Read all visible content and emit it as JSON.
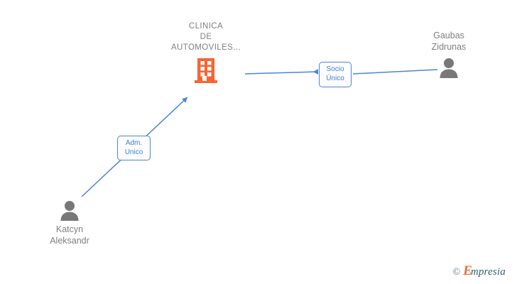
{
  "diagram": {
    "background_color": "#ffffff",
    "company": {
      "name_lines": [
        "CLINICA",
        "DE",
        "AUTOMOVILES..."
      ],
      "name_text": "CLINICA\nDE\nAUTOMOVILES...",
      "icon": "building-icon",
      "icon_color": "#fa6432",
      "text_color": "#7f7f7f"
    },
    "people": [
      {
        "id": "gaubas",
        "name_text": "Gaubas\nZidrunas",
        "name_lines": [
          "Gaubas",
          "Zidrunas"
        ],
        "icon": "person-icon",
        "icon_color": "#787878",
        "label_position": "above-icon"
      },
      {
        "id": "katcyn",
        "name_text": "Katcyn\nAleksandr",
        "name_lines": [
          "Katcyn",
          "Aleksandr"
        ],
        "icon": "person-icon",
        "icon_color": "#787878",
        "label_position": "below-icon"
      }
    ],
    "relations": [
      {
        "id": "socio-unico",
        "label_text": "Socio\nÚnico",
        "label_lines": [
          "Socio",
          "Único"
        ],
        "from": "gaubas",
        "to": "company",
        "arrow_color": "#4a86d8",
        "border_color": "#4a86d8",
        "text_color": "#3d7fd4"
      },
      {
        "id": "adm-unico",
        "label_text": "Adm.\nUnico",
        "label_lines": [
          "Adm.",
          "Unico"
        ],
        "from": "katcyn",
        "to": "company",
        "arrow_color": "#4a86d8",
        "border_color": "#4a86d8",
        "text_color": "#3d7fd4"
      }
    ]
  },
  "watermark": {
    "copyright": "©",
    "brand_initial": "E",
    "brand_rest": "mpresia",
    "brand_full": "Empresia",
    "accent_color": "#ee6b2f",
    "text_color": "#2e5f6b"
  }
}
